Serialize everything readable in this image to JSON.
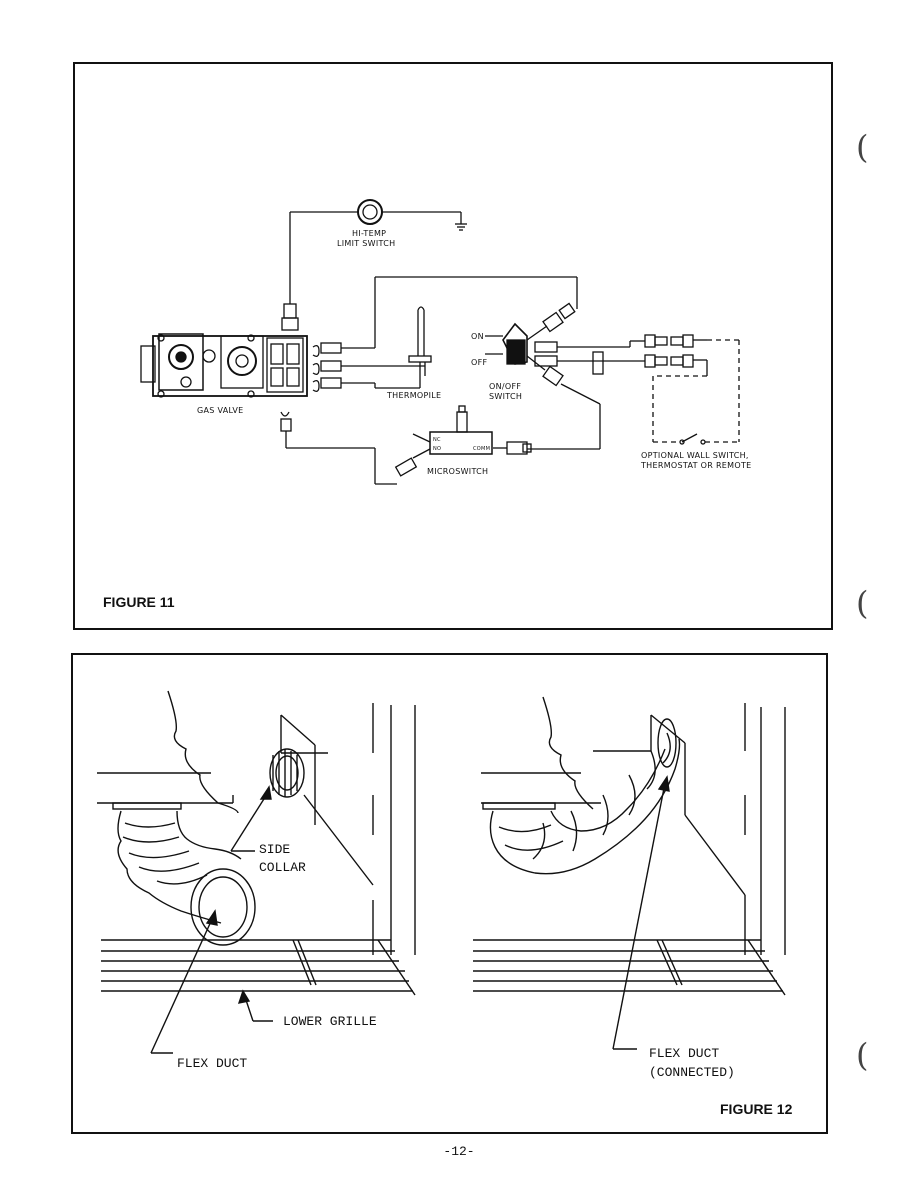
{
  "figure11": {
    "caption": "FIGURE 11",
    "labels": {
      "hi_temp": "HI-TEMP",
      "limit_switch": "LIMIT SWITCH",
      "gas_valve": "GAS VALVE",
      "thermopile": "THERMOPILE",
      "on": "ON",
      "off": "OFF",
      "onoff_line1": "ON/OFF",
      "onoff_line2": "SWITCH",
      "microswitch": "MICROSWITCH",
      "nc": "NC",
      "no": "NO",
      "comm": "COMM",
      "optional_line1": "OPTIONAL WALL SWITCH,",
      "optional_line2": "THERMOSTAT OR REMOTE"
    }
  },
  "figure12": {
    "caption": "FIGURE 12",
    "labels": {
      "side": "SIDE",
      "collar": "COLLAR",
      "lower_grille": "LOWER GRILLE",
      "flex_duct": "FLEX DUCT",
      "flex_duct_2": "FLEX DUCT",
      "connected": "(CONNECTED)"
    }
  },
  "page_number": "-12-"
}
